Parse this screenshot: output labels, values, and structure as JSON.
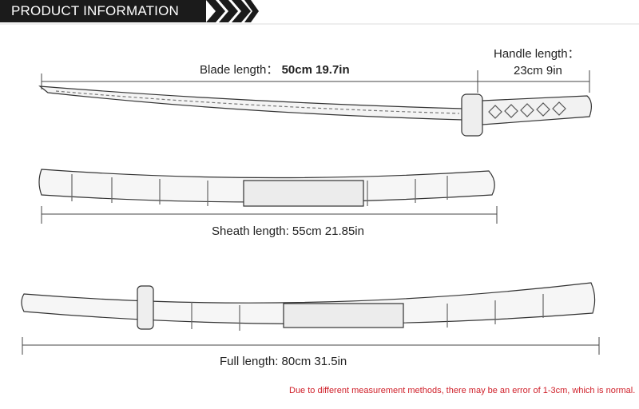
{
  "header": {
    "title": "PRODUCT INFORMATION"
  },
  "blade": {
    "label": "Blade length：",
    "value": "50cm 19.7in"
  },
  "handle": {
    "label": "Handle length：",
    "value": "23cm 9in"
  },
  "sheath": {
    "label": "Sheath length: 55cm 21.85in"
  },
  "full": {
    "label": "Full length: 80cm  31.5in"
  },
  "note": "Due to different measurement methods, there may be an error of 1-3cm, which is normal.",
  "colors": {
    "header": "#1b1b1b",
    "note": "#d0202a"
  }
}
